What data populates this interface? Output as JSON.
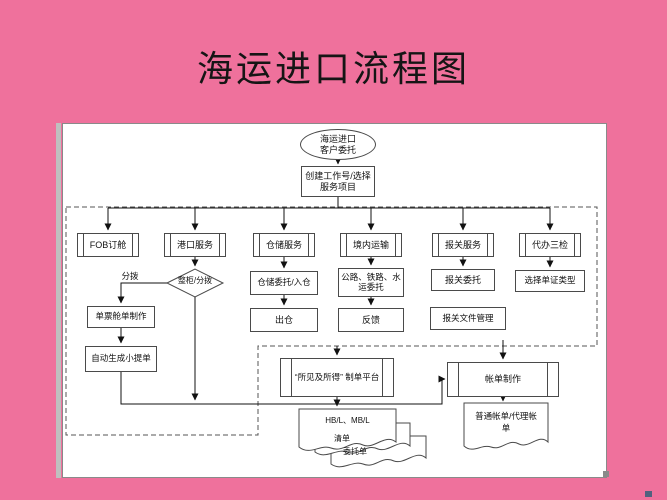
{
  "slide": {
    "title": "海运进口流程图",
    "background_color": "#ef719c"
  },
  "diagram": {
    "start": "海运进口\n客户委托",
    "create_job": "创建工作号/选择\n服务项目",
    "services": {
      "fob": "FOB订舱",
      "port": "港口服务",
      "warehouse": "仓储服务",
      "inland": "境内运输",
      "customs": "报关服务",
      "inspection": "代办三检"
    },
    "decision": "整柜/分拨",
    "branch_label": "分拨",
    "manifest": "单票舱单制作",
    "auto_bl": "自动生成小提单",
    "warehouse_order": "仓储委托/入仓",
    "warehouse_out": "出仓",
    "inland_order": "公路、铁路、水\n运委托",
    "inland_feedback": "反馈",
    "customs_order": "报关委托",
    "customs_files": "报关文件管理",
    "doc_type": "选择单证类型",
    "platform": "“所见及所得” 制单平台",
    "billing": "帐单制作",
    "bill_doc": "普通帐单/代理帐\n单",
    "docs": {
      "bl": "HB/L、MB/L",
      "list": "清单",
      "order": "委托单"
    }
  }
}
